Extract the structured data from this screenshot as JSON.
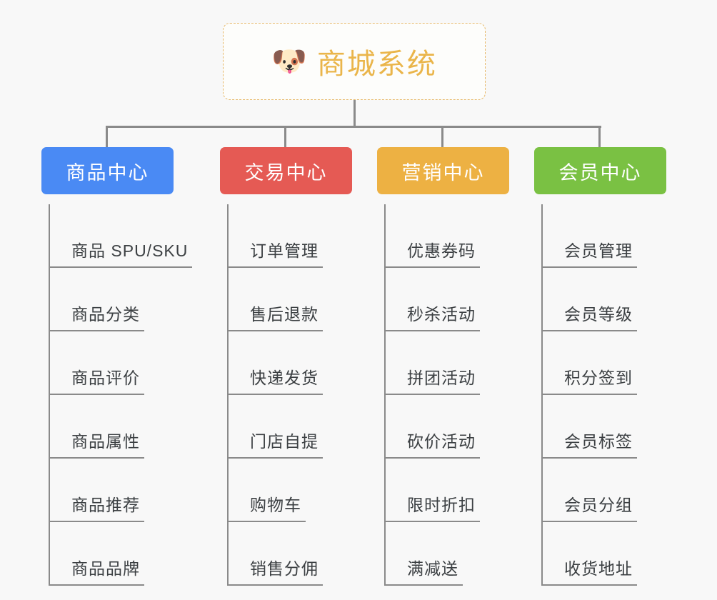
{
  "root": {
    "icon": "dog-face-emoji",
    "icon_glyph": "🐶",
    "title": "商城系统",
    "title_color": "#eab54a",
    "border_color": "#e7b96a"
  },
  "canvas": {
    "background_color": "#f8f8f8",
    "connector_color": "#8a8a8a",
    "leaf_text_color": "#3c4043"
  },
  "columns": [
    {
      "label": "商品中心",
      "color": "#4a8af4",
      "items": [
        {
          "label": "商品 SPU/SKU"
        },
        {
          "label": "商品分类"
        },
        {
          "label": "商品评价"
        },
        {
          "label": "商品属性"
        },
        {
          "label": "商品推荐"
        },
        {
          "label": "商品品牌"
        }
      ]
    },
    {
      "label": "交易中心",
      "color": "#e55a54",
      "items": [
        {
          "label": "订单管理"
        },
        {
          "label": "售后退款"
        },
        {
          "label": "快递发货"
        },
        {
          "label": "门店自提"
        },
        {
          "label": "购物车"
        },
        {
          "label": "销售分佣"
        }
      ]
    },
    {
      "label": "营销中心",
      "color": "#edb143",
      "items": [
        {
          "label": "优惠券码"
        },
        {
          "label": "秒杀活动"
        },
        {
          "label": "拼团活动"
        },
        {
          "label": "砍价活动"
        },
        {
          "label": "限时折扣"
        },
        {
          "label": "满减送"
        }
      ]
    },
    {
      "label": "会员中心",
      "color": "#7ac143",
      "items": [
        {
          "label": "会员管理"
        },
        {
          "label": "会员等级"
        },
        {
          "label": "积分签到"
        },
        {
          "label": "会员标签"
        },
        {
          "label": "会员分组"
        },
        {
          "label": "收货地址"
        }
      ]
    }
  ]
}
